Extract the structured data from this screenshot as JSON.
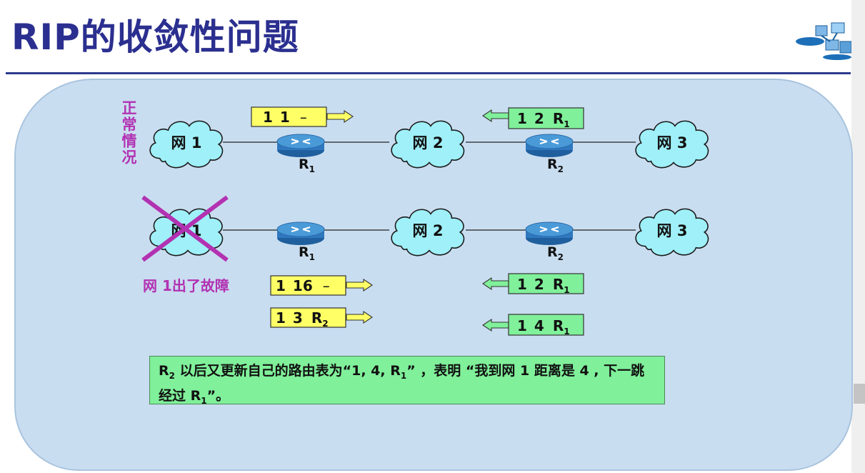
{
  "title": "RIP的收敛性问题",
  "normal_label": "正常情况",
  "fault_label": "网 1出了故障",
  "clouds": [
    "网 1",
    "网 2",
    "网 3"
  ],
  "routers": [
    {
      "name": "R",
      "sub": "1"
    },
    {
      "name": "R",
      "sub": "2"
    }
  ],
  "messages": {
    "normal_r1": {
      "dest": "1",
      "dist": "1",
      "next": "–"
    },
    "normal_r2": {
      "dest": "1",
      "dist": "2",
      "next": "R",
      "next_sub": "1"
    },
    "fault_r1_a": {
      "dest": "1",
      "dist": "16",
      "next": "–"
    },
    "fault_r1_b": {
      "dest": "1",
      "dist": "3",
      "next": "R",
      "next_sub": "2"
    },
    "fault_r2_a": {
      "dest": "1",
      "dist": "2",
      "next": "R",
      "next_sub": "1"
    },
    "fault_r2_b": {
      "dest": "1",
      "dist": "4",
      "next": "R",
      "next_sub": "1"
    }
  },
  "note": {
    "r": "R",
    "r_sub": "2",
    "part1": " 以后又更新自己的路由表为“1, 4, R",
    "sub1": "1",
    "part2": "” ，表明 “我到网 1 距离是 4 , 下一跳经过 R",
    "sub2": "1",
    "part3": "”。"
  },
  "colors": {
    "title": "#2b2f8f",
    "panel": "#c9ddf0",
    "cloud": "#9ff0f8",
    "yellow_box": "#ffff66",
    "green_box": "#80f09a",
    "magenta": "#b232b2",
    "router": "#3a86c8"
  }
}
